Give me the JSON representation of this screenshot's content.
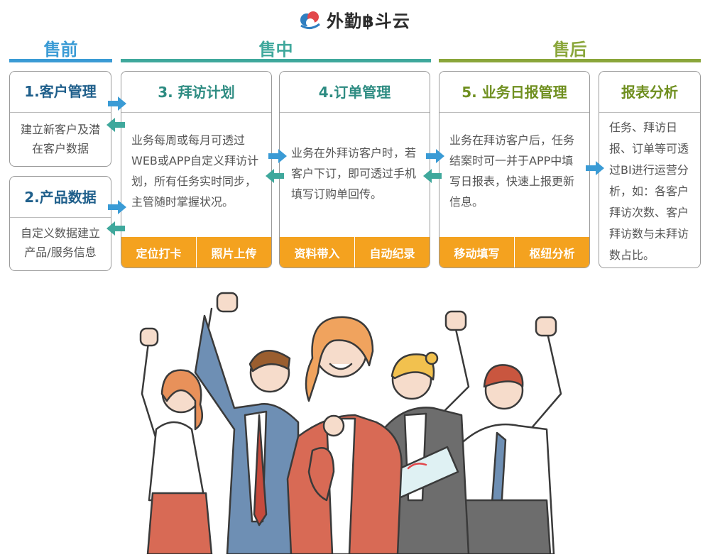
{
  "logo": {
    "text": "外勤฿斗云"
  },
  "phases": [
    {
      "label": "售前",
      "color": "#3a9bd5"
    },
    {
      "label": "售中",
      "color": "#3fa89c"
    },
    {
      "label": "售后",
      "color": "#8aa63a"
    }
  ],
  "cards": {
    "customer": {
      "title": "1.客户管理",
      "body": "建立新客户及潜在客户数据"
    },
    "product": {
      "title": "2.产品数据",
      "body": "自定义数据建立产品/服务信息"
    },
    "visit": {
      "title": "3. 拜访计划",
      "body": "业务每周或每月可透过WEB或APP自定义拜访计划，所有任务实时同步，主管随时掌握状况。",
      "tags": [
        "定位打卡",
        "照片上传"
      ]
    },
    "order": {
      "title": "4.订单管理",
      "body": "业务在外拜访客户时，若客户下订，即可透过手机填写订购单回传。",
      "tags": [
        "资料带入",
        "自动纪录"
      ]
    },
    "report": {
      "title": "5. 业务日报管理",
      "body": "业务在拜访客户后，任务结案时可一并于APP中填写日报表，快速上报更新信息。",
      "tags": [
        "移动填写",
        "枢纽分析"
      ]
    },
    "analysis": {
      "title": "报表分析",
      "body": "任务、拜访日报、订单等可透过BI进行运营分析，如：各客户拜访次数、客户拜访数与未拜访数占比。"
    }
  },
  "colors": {
    "blue_arrow": "#3a9bd5",
    "teal_arrow": "#3fa89c",
    "orange": "#f4a21f",
    "title_blue": "#1f5f8b",
    "title_green": "#6f8f1f"
  }
}
